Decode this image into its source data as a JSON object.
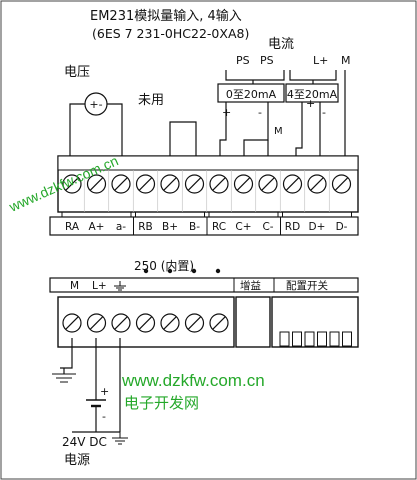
{
  "title": {
    "line1": "EM231模拟量输入, 4输入",
    "line2": "(6ES 7 231-0HC22-0XA8)"
  },
  "voltage": {
    "label": "电压",
    "unused_label": "未用"
  },
  "current": {
    "label": "电流",
    "ps1": "PS",
    "ps2": "PS",
    "lplus": "L+",
    "m": "M",
    "box1": "0至20mA",
    "box2": "4至20mA",
    "plus1": "+",
    "minus1": "-",
    "m_mid": "M",
    "plus2": "+",
    "minus2": "-"
  },
  "top_terminal_labels": [
    "RA",
    "A+",
    "a-",
    "RB",
    "B+",
    "B-",
    "RC",
    "C+",
    "C-",
    "RD",
    "D+",
    "D-"
  ],
  "internal": {
    "label": "250 (内置)"
  },
  "bottom_labels": {
    "m": "M",
    "lplus": "L+",
    "gain": "增益",
    "config": "配置开关"
  },
  "power": {
    "plus": "+",
    "minus": "-",
    "dc": "24V DC",
    "label": "电源"
  },
  "watermarks": [
    "www.dzkfw.com.cn",
    "www.dzkfw.com.cn",
    "电子开发网"
  ]
}
